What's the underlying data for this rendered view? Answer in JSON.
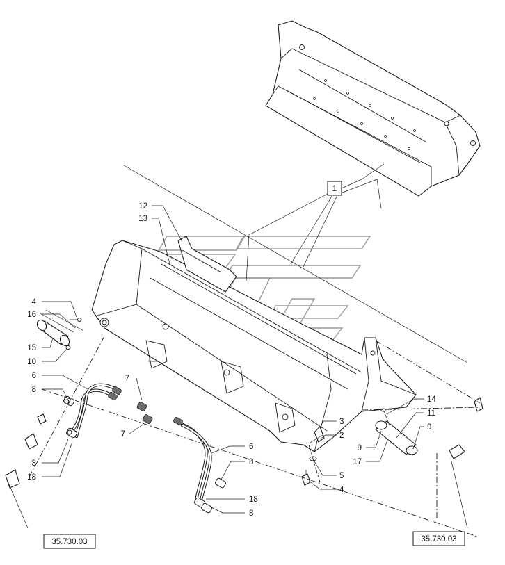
{
  "diagram": {
    "callouts": [
      {
        "id": "c1",
        "text": "1"
      },
      {
        "id": "c12",
        "text": "12"
      },
      {
        "id": "c13",
        "text": "13"
      },
      {
        "id": "c4a",
        "text": "4"
      },
      {
        "id": "c16",
        "text": "16"
      },
      {
        "id": "c15",
        "text": "15"
      },
      {
        "id": "c10",
        "text": "10"
      },
      {
        "id": "c6a",
        "text": "6"
      },
      {
        "id": "c8a",
        "text": "8"
      },
      {
        "id": "c7a",
        "text": "7"
      },
      {
        "id": "c7b",
        "text": "7"
      },
      {
        "id": "c8b",
        "text": "8"
      },
      {
        "id": "c18a",
        "text": "18"
      },
      {
        "id": "c6b",
        "text": "6"
      },
      {
        "id": "c8c",
        "text": "8"
      },
      {
        "id": "c18b",
        "text": "18"
      },
      {
        "id": "c8d",
        "text": "8"
      },
      {
        "id": "c3",
        "text": "3"
      },
      {
        "id": "c2",
        "text": "2"
      },
      {
        "id": "c5",
        "text": "5"
      },
      {
        "id": "c4b",
        "text": "4"
      },
      {
        "id": "c14",
        "text": "14"
      },
      {
        "id": "c11",
        "text": "11"
      },
      {
        "id": "c9a",
        "text": "9"
      },
      {
        "id": "c9b",
        "text": "9"
      },
      {
        "id": "c17",
        "text": "17"
      }
    ],
    "references": [
      {
        "id": "refLeft",
        "text": "35.730.03"
      },
      {
        "id": "refRight",
        "text": "35.730.03"
      }
    ]
  }
}
